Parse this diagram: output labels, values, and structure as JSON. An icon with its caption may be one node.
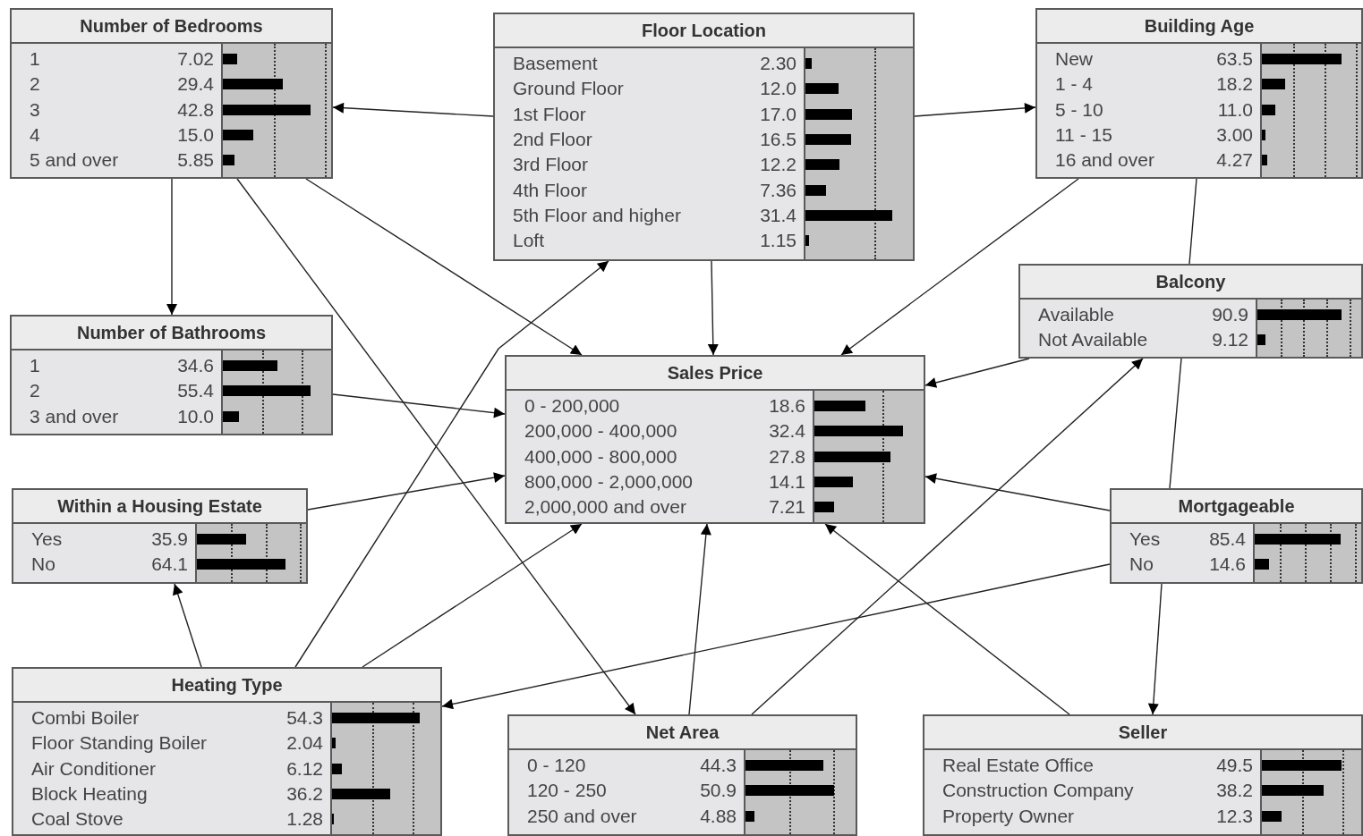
{
  "diagram": {
    "nodes": [
      {
        "text": [
          "Number of Bedrooms",
          "1",
          "7.02",
          "2",
          "29.4",
          "3",
          "42.8",
          "4",
          "15.0",
          "5 and over",
          "5.85"
        ]
      },
      {
        "text": [
          "Floor Location",
          "Basement",
          "2.30",
          "Ground Floor",
          "12.0",
          "1st Floor",
          "17.0",
          "2nd Floor",
          "16.5",
          "3rd Floor",
          "12.2",
          "4th Floor",
          "7.36",
          "5th Floor and higher",
          "31.4",
          "Loft",
          "1.15"
        ]
      },
      {
        "text": [
          "Building Age",
          "New",
          "63.5",
          "1 - 4",
          "18.2",
          "5 - 10",
          "11.0",
          "11 - 15",
          "3.00",
          "16 and over",
          "4.27"
        ]
      },
      {
        "text": [
          "Balcony",
          "Available",
          "90.9",
          "Not Available",
          "9.12"
        ]
      },
      {
        "text": [
          "Number of Bathrooms",
          "1",
          "34.6",
          "2",
          "55.4",
          "3 and over",
          "10.0"
        ]
      },
      {
        "text": [
          "Sales Price",
          "0 - 200,000",
          "18.6",
          "200,000 - 400,000",
          "32.4",
          "400,000 - 800,000",
          "27.8",
          "800,000 - 2,000,000",
          "14.1",
          "2,000,000 and over",
          "7.21"
        ]
      },
      {
        "text": [
          "Within a Housing Estate",
          "Yes",
          "35.9",
          "No",
          "64.1"
        ]
      },
      {
        "text": [
          "Mortgageable",
          "Yes",
          "85.4",
          "No",
          "14.6"
        ]
      },
      {
        "text": [
          "Heating Type",
          "Combi Boiler",
          "54.3",
          "Floor Standing Boiler",
          "2.04",
          "Air Conditioner",
          "6.12",
          "Block Heating",
          "36.2",
          "Coal Stove",
          "1.28"
        ]
      },
      {
        "text": [
          "Net Area",
          "0 - 120",
          "44.3",
          "120 - 250",
          "50.9",
          "250 and over",
          "4.88"
        ]
      },
      {
        "text": [
          "Seller",
          "Real Estate Office",
          "49.5",
          "Construction Company",
          "38.2",
          "Property Owner",
          "12.3"
        ]
      }
    ],
    "edges": [
      {
        "from": 1,
        "to": 0,
        "arrow": "to"
      },
      {
        "from": 1,
        "to": 2,
        "arrow": "to"
      },
      {
        "from": 0,
        "to": 4,
        "arrow": "to"
      },
      {
        "from": 0,
        "to": 5,
        "arrow": "to"
      },
      {
        "from": 0,
        "to": 9,
        "arrow": "to"
      },
      {
        "from": 1,
        "to": 5,
        "arrow": "to"
      },
      {
        "from": 2,
        "to": 5,
        "arrow": "to"
      },
      {
        "from": 2,
        "to": 3,
        "arrow": "none"
      },
      {
        "from": 3,
        "to": 5,
        "arrow": "to"
      },
      {
        "from": 3,
        "to": 7,
        "arrow": "none"
      },
      {
        "from": 4,
        "to": 5,
        "arrow": "to"
      },
      {
        "from": 6,
        "to": 5,
        "arrow": "to"
      },
      {
        "from": 7,
        "to": 5,
        "arrow": "to"
      },
      {
        "from": 7,
        "to": 8,
        "arrow": "to"
      },
      {
        "from": 7,
        "to": 10,
        "arrow": "to"
      },
      {
        "from": 8,
        "to": 6,
        "arrow": "to"
      },
      {
        "from": 8,
        "to": 1,
        "arrow": "to"
      },
      {
        "from": 8,
        "to": 5,
        "arrow": "to"
      },
      {
        "from": 9,
        "to": 5,
        "arrow": "to"
      },
      {
        "from": 9,
        "to": 3,
        "arrow": "to"
      },
      {
        "from": 10,
        "to": 5,
        "arrow": "to"
      }
    ]
  }
}
